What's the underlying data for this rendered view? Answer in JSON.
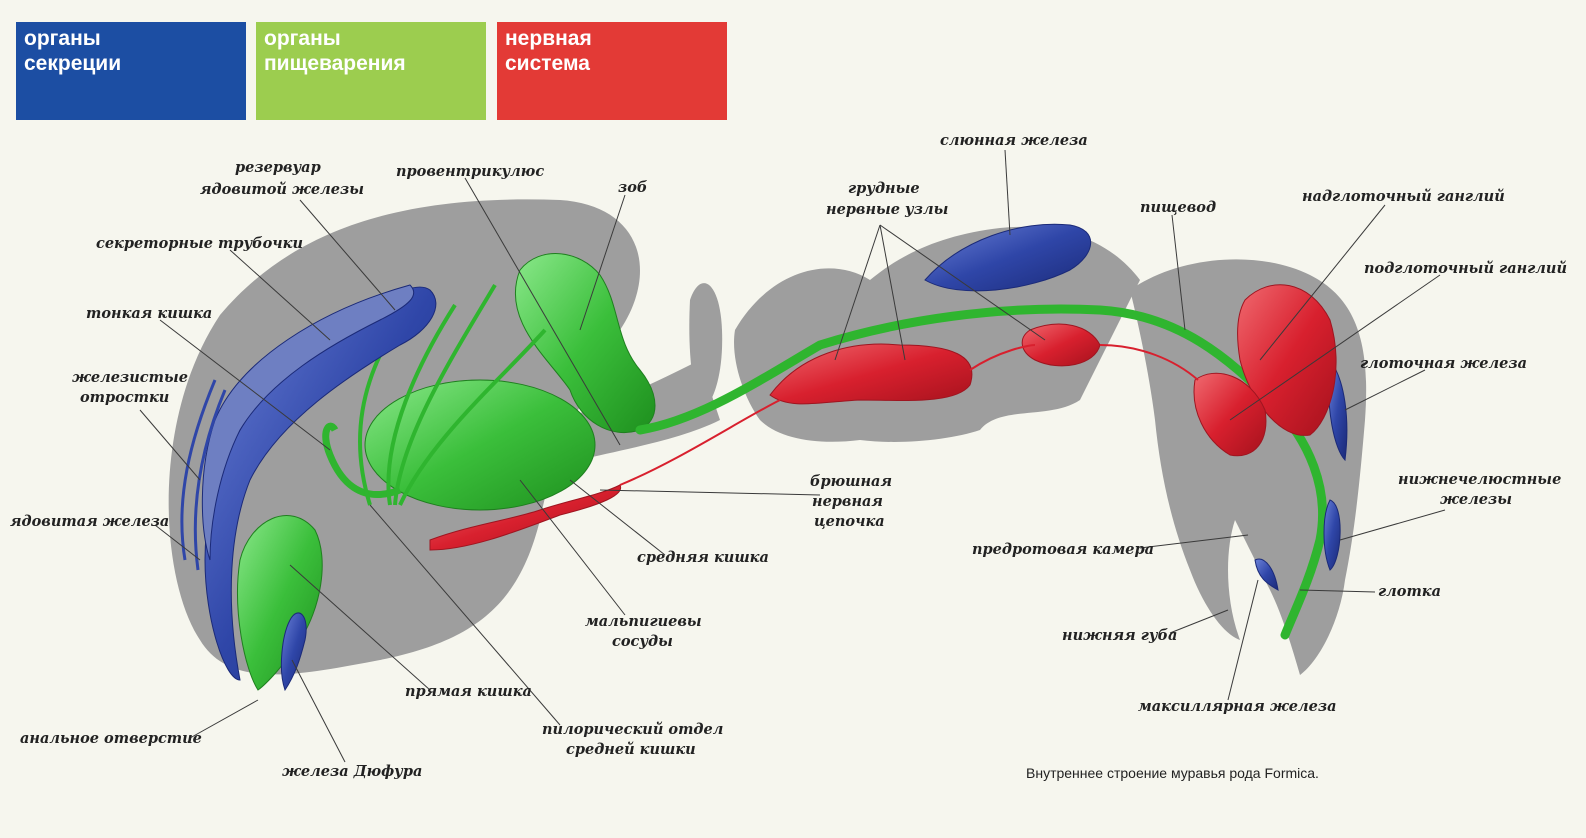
{
  "legend": {
    "secretion": {
      "line1": "органы",
      "line2": "секреции",
      "color": "#1c4ea3"
    },
    "digestion": {
      "line1": "органы",
      "line2": "пищеварения",
      "color": "#9ccd4f"
    },
    "nervous": {
      "line1": "нервная",
      "line2": "система",
      "color": "#e33a36"
    }
  },
  "labels": {
    "venom_reservoir_1": "резервуар",
    "venom_reservoir_2": "ядовитой железы",
    "secretory_tubules": "секреторные трубочки",
    "small_intestine": "тонкая кишка",
    "glandular_processes_1": "железистые",
    "glandular_processes_2": "отростки",
    "venom_gland": "ядовитая железа",
    "anus": "анальное отверстие",
    "dufour_gland": "железа Дюфура",
    "rectum": "прямая кишка",
    "pyloric_1": "пилорический отдел",
    "pyloric_2": "средней кишки",
    "malpighian_1": "мальпигиевы",
    "malpighian_2": "сосуды",
    "midgut": "средняя кишка",
    "ventral_cord_1": "брюшная",
    "ventral_cord_2": "нервная",
    "ventral_cord_3": "цепочка",
    "proventriculus": "провентрикулюс",
    "crop": "зоб",
    "thoracic_ganglia_1": "грудные",
    "thoracic_ganglia_2": "нервные узлы",
    "salivary_gland": "слюнная железа",
    "esophagus": "пищевод",
    "supraesophageal": "надглоточный ганглий",
    "subesophageal": "подглоточный ганглий",
    "pharyngeal_gland": "глоточная железа",
    "mandibular_1": "нижнечелюстные",
    "mandibular_2": "железы",
    "preoral_chamber": "предротовая камера",
    "pharynx": "глотка",
    "lower_lip": "нижняя губа",
    "maxillary_gland": "максиллярная железа"
  },
  "caption": "Внутреннее строение муравья рода Formica.",
  "colors": {
    "body": "#9e9e9e",
    "secretion": "#2f46a8",
    "digestion": "#3bbf3b",
    "nervous": "#d8202e"
  }
}
